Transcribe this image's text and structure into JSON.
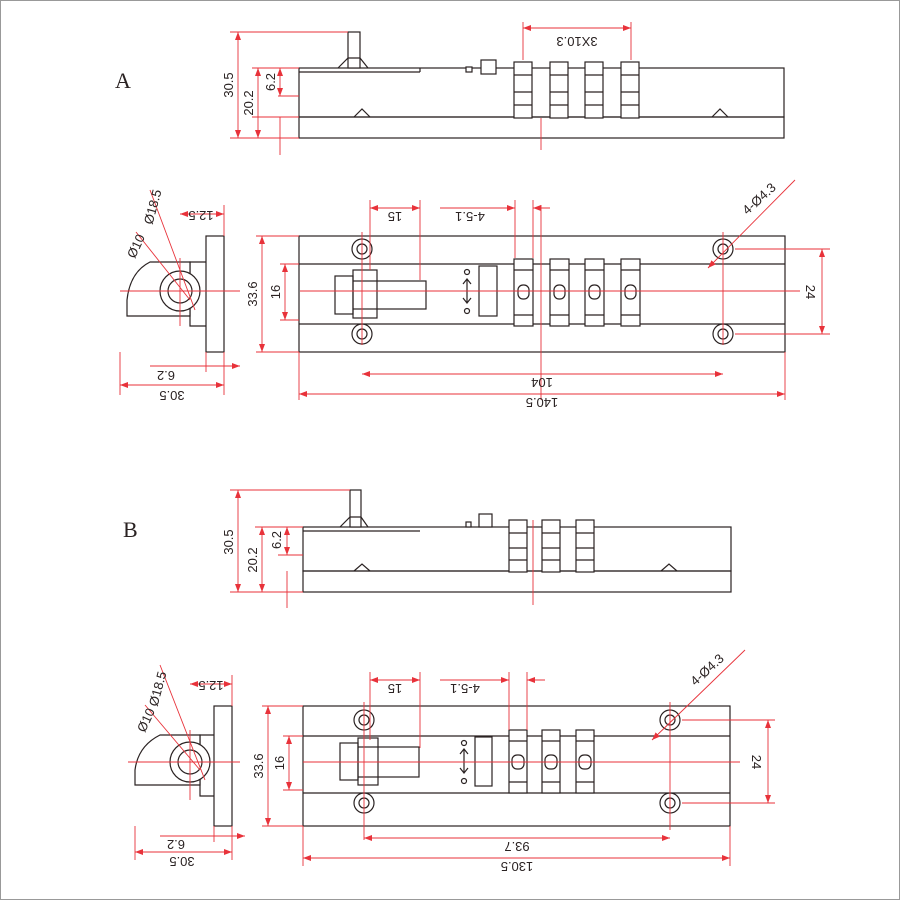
{
  "diagram": {
    "views": [
      {
        "label": "A",
        "side_view": {
          "total_height": "30.5",
          "body_height": "20.2",
          "top_step": "6.2",
          "dial_pitch": "3X10.3"
        },
        "plan_view": {
          "knob_offset": "15",
          "dial_slots": "4-5.1",
          "hole_callout": "4-Ø4.3",
          "barrel_outer": "Ø18.5",
          "barrel_inner": "Ø10",
          "flange_width": "12.5",
          "body_width": "33.6",
          "bolt_width": "16",
          "hole_spacing_y": "24",
          "flange_thickness": "6.2",
          "end_width": "30.5",
          "hole_spacing_x": "104",
          "overall_length": "140.5"
        }
      },
      {
        "label": "B",
        "side_view": {
          "total_height": "30.5",
          "body_height": "20.2",
          "top_step": "6.2"
        },
        "plan_view": {
          "knob_offset": "15",
          "dial_slots": "4-5.1",
          "hole_callout": "4-Ø4.3",
          "barrel_outer": "Ø18.5",
          "barrel_inner": "Ø10",
          "flange_width": "12.5",
          "body_width": "33.6",
          "bolt_width": "16",
          "hole_spacing_y": "24",
          "flange_thickness": "6.2",
          "end_width": "30.5",
          "hole_spacing_x": "93.7",
          "overall_length": "130.5"
        }
      }
    ]
  },
  "colors": {
    "outline": "#2a2222",
    "dimension": "#e8323a",
    "background": "#ffffff"
  }
}
